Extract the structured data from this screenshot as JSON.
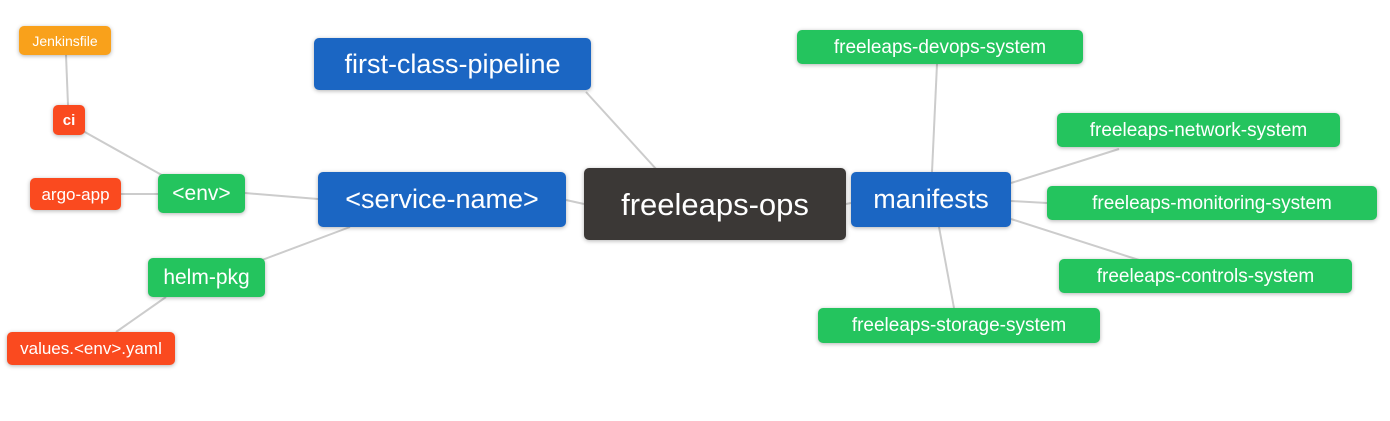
{
  "palette": {
    "blue": "#1B66C3",
    "green": "#24C45E",
    "red": "#FA4A1F",
    "orange": "#F9A11B",
    "dark": "#3B3836",
    "edge": "#CCCCCC",
    "text": "#FFFFFF",
    "background": "#FFFFFF"
  },
  "nodes": {
    "jenkinsfile": {
      "label": "Jenkinsfile",
      "color": "orange"
    },
    "ci": {
      "label": "ci",
      "color": "red"
    },
    "argo_app": {
      "label": "argo-app",
      "color": "red"
    },
    "env": {
      "label": "<env>",
      "color": "green"
    },
    "helm_pkg": {
      "label": "helm-pkg",
      "color": "green"
    },
    "values_env_yaml": {
      "label": "values.<env>.yaml",
      "color": "red"
    },
    "first_class_pipeline": {
      "label": "first-class-pipeline",
      "color": "blue"
    },
    "service_name": {
      "label": "<service-name>",
      "color": "blue"
    },
    "freeleaps_ops": {
      "label": "freeleaps-ops",
      "color": "dark"
    },
    "manifests": {
      "label": "manifests",
      "color": "blue"
    },
    "devops_system": {
      "label": "freeleaps-devops-system",
      "color": "green"
    },
    "network_system": {
      "label": "freeleaps-network-system",
      "color": "green"
    },
    "monitoring_system": {
      "label": "freeleaps-monitoring-system",
      "color": "green"
    },
    "controls_system": {
      "label": "freeleaps-controls-system",
      "color": "green"
    },
    "storage_system": {
      "label": "freeleaps-storage-system",
      "color": "green"
    }
  },
  "edges": [
    [
      "jenkinsfile",
      "ci"
    ],
    [
      "ci",
      "env"
    ],
    [
      "argo_app",
      "env"
    ],
    [
      "env",
      "service_name"
    ],
    [
      "helm_pkg",
      "service_name"
    ],
    [
      "values_env_yaml",
      "helm_pkg"
    ],
    [
      "first_class_pipeline",
      "freeleaps_ops"
    ],
    [
      "service_name",
      "freeleaps_ops"
    ],
    [
      "freeleaps_ops",
      "manifests"
    ],
    [
      "devops_system",
      "manifests"
    ],
    [
      "manifests",
      "network_system"
    ],
    [
      "manifests",
      "monitoring_system"
    ],
    [
      "manifests",
      "controls_system"
    ],
    [
      "manifests",
      "storage_system"
    ]
  ]
}
